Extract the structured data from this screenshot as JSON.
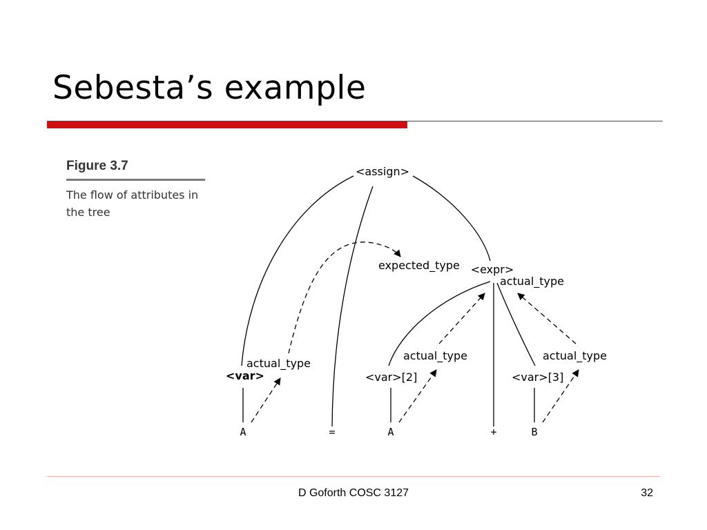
{
  "slide": {
    "title": "Sebesta’s example",
    "footer": "D Goforth COSC 3127",
    "page_number": "32"
  },
  "colors": {
    "title_rule": "#d01010",
    "footer_rule": "#e8b0a0"
  },
  "figure": {
    "label": "Figure 3.7",
    "caption": "The flow of attributes in the tree"
  },
  "tree": {
    "nodes": {
      "assign": "<assign>",
      "expr": "<expr>",
      "var_left": "<var>",
      "var_a": "<var>[2]",
      "var_b": "<var>[3]"
    },
    "attributes": {
      "expected_type": "expected_type",
      "expr_actual_type": "actual_type",
      "var_left_actual_type": "actual_type",
      "var_a_actual_type": "actual_type",
      "var_b_actual_type": "actual_type"
    },
    "leaves": {
      "a_left": "A",
      "equals": "=",
      "a_right": "A",
      "plus": "+",
      "b": "B"
    }
  }
}
